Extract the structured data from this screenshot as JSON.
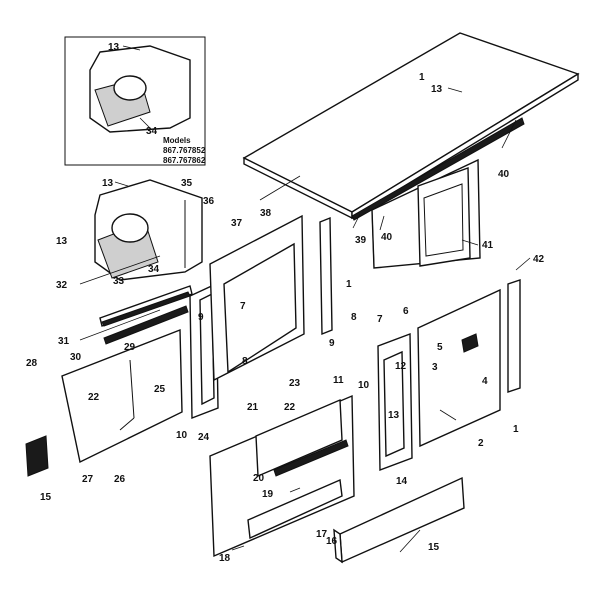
{
  "inset": {
    "models_title": "Models",
    "model_numbers": [
      "867.767852",
      "867.767862"
    ]
  },
  "callouts": {
    "c1_top": "1",
    "c1_right": "1",
    "c1_mid": "1",
    "c2": "2",
    "c3": "3",
    "c4": "4",
    "c5": "5",
    "c6": "6",
    "c7_left": "7",
    "c7_mid": "7",
    "c8_left": "8",
    "c8_mid": "8",
    "c9_left": "9",
    "c9_mid": "9",
    "c10_left": "10",
    "c10_right": "10",
    "c11": "11",
    "c12": "12",
    "c13_top": "13",
    "c13_inset": "13",
    "c13_upper": "13",
    "c13_left": "13",
    "c13_panel": "13",
    "c14": "14",
    "c15_left": "15",
    "c15_bottom": "15",
    "c16": "16",
    "c17": "17",
    "c18": "18",
    "c19": "19",
    "c20": "20",
    "c21": "21",
    "c22_left": "22",
    "c22_mid": "22",
    "c23": "23",
    "c24": "24",
    "c25": "25",
    "c26": "26",
    "c27": "27",
    "c28": "28",
    "c29": "29",
    "c30": "30",
    "c31": "31",
    "c32": "32",
    "c33": "33",
    "c34_inset": "34",
    "c34": "34",
    "c35": "35",
    "c36": "36",
    "c37": "37",
    "c38": "38",
    "c39": "39",
    "c40_top": "40",
    "c40_mid": "40",
    "c41": "41",
    "c42": "42"
  }
}
